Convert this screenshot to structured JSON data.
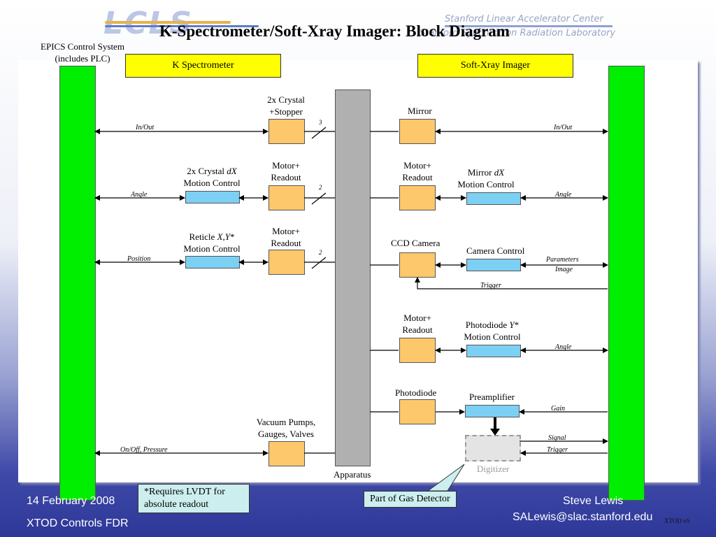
{
  "header": {
    "logo_text": "LCLS",
    "org_line1": "Stanford Linear Accelerator Center",
    "org_line2": "Stanford Synchrotron Radiation Laboratory",
    "title": "K-Spectrometer/Soft-Xray Imager: Block Diagram"
  },
  "diagram": {
    "epics_label_line1": "EPICS Control System",
    "epics_label_line2": "(includes PLC)",
    "k_spectrometer": "K Spectrometer",
    "soft_xray_imager": "Soft-Xray Imager",
    "apparatus": "Apparatus",
    "left": {
      "crystal_stopper_line1": "2x Crystal",
      "crystal_stopper_line2": "+Stopper",
      "in_out": "In/Out",
      "count_3": "3",
      "motor_readout_a_line1": "Motor+",
      "motor_readout_a_line2": "Readout",
      "crystal_dx_line1_prefix": "2x Crystal ",
      "crystal_dx_line1_var": "dX",
      "crystal_dx_line2": "Motion Control",
      "angle": "Angle",
      "count_2a": "2",
      "motor_readout_b_line1": "Motor+",
      "motor_readout_b_line2": "Readout",
      "reticle_line1_prefix": "Reticle ",
      "reticle_line1_var": "X,Y",
      "reticle_line1_suffix": "*",
      "reticle_line2": "Motion Control",
      "position": "Position",
      "count_2b": "2",
      "vacuum_line1": "Vacuum Pumps,",
      "vacuum_line2": "Gauges, Valves",
      "on_off_pressure": "On/Off, Pressure"
    },
    "right": {
      "mirror": "Mirror",
      "in_out": "In/Out",
      "motor_readout_a_line1": "Motor+",
      "motor_readout_a_line2": "Readout",
      "mirror_dx_line1_prefix": "Mirror ",
      "mirror_dx_line1_var": "dX",
      "mirror_dx_line2": "Motion Control",
      "angle_a": "Angle",
      "ccd_camera": "CCD Camera",
      "camera_control": "Camera Control",
      "parameters": "Parameters",
      "image": "Image",
      "trigger_a": "Trigger",
      "motor_readout_b_line1": "Motor+",
      "motor_readout_b_line2": "Readout",
      "photodiode_y_line1_prefix": "Photodiode ",
      "photodiode_y_line1_var": "Y",
      "photodiode_y_line1_suffix": "*",
      "photodiode_y_line2": "Motion Control",
      "angle_b": "Angle",
      "photodiode": "Photodiode",
      "preamplifier": "Preamplifier",
      "gain": "Gain",
      "signal": "Signal",
      "trigger_b": "Trigger",
      "digitizer": "Digitizer"
    },
    "note_lvdt_line1": "*Requires LVDT for",
    "note_lvdt_line2": "absolute readout",
    "part_of_gas_detector": "Part of Gas Detector"
  },
  "footer": {
    "date": "14 February 2008",
    "event": "XTOD  Controls FDR",
    "author": "Steve Lewis",
    "email": "SALewis@slac.stanford.edu",
    "version": "XTOD v5"
  },
  "colors": {
    "epics_bar": "#00ee00",
    "section_header": "#ffff00",
    "device_box": "#fdc86c",
    "control_box": "#7cd0f4",
    "apparatus": "#b0b0b0",
    "callout": "#cceeee"
  }
}
